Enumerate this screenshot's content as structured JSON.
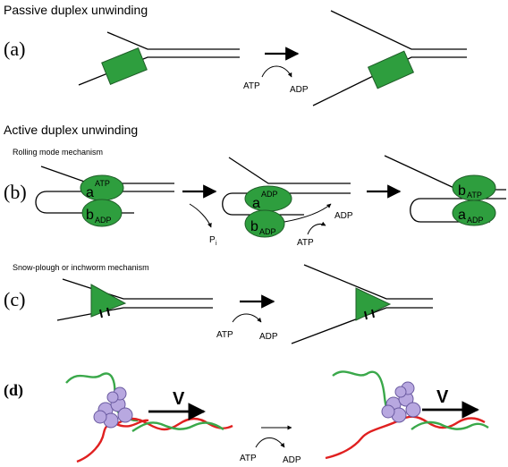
{
  "sections": {
    "passive_title": "Passive duplex unwinding",
    "active_title": "Active duplex unwinding"
  },
  "panel_labels": {
    "a": "(a)",
    "b": "(b)",
    "c": "(c)",
    "d": "(d)"
  },
  "subtitles": {
    "rolling": "Rolling mode mechanism",
    "snowplough": "Snow-plough or inchworm mechanism"
  },
  "reaction": {
    "atp": "ATP",
    "adp": "ADP",
    "pi": "P",
    "pi_sub": "i"
  },
  "subunits": {
    "a": "a",
    "b": "b",
    "atp_tag": "ATP",
    "adp_tag": "ADP"
  },
  "velocity": "V",
  "colors": {
    "protein_green": "#2e9e3e",
    "dna_red": "#e02020",
    "dna_green": "#3aa84a",
    "protein_purple": "#b8a8e0"
  }
}
